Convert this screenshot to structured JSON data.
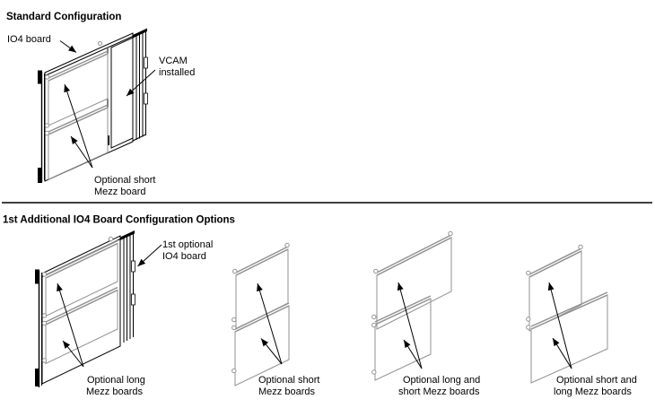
{
  "colors": {
    "line": "#000000",
    "mezz_gray": "#919191",
    "background": "#ffffff"
  },
  "standard_section": {
    "heading": "Standard Configuration",
    "io4_board_label": "IO4 board",
    "vcam_label_line1": "VCAM",
    "vcam_label_line2": "installed",
    "mezz_label_line1": "Optional short",
    "mezz_label_line2": "Mezz board"
  },
  "additional_section": {
    "heading": "1st Additional IO4 Board Configuration Options",
    "optional_io4_label_line1": "1st optional",
    "optional_io4_label_line2": "IO4 board",
    "figures": [
      {
        "label_line1": "Optional long",
        "label_line2": "Mezz boards"
      },
      {
        "label_line1": "Optional short",
        "label_line2": "Mezz boards"
      },
      {
        "label_line1": "Optional long and",
        "label_line2": "short Mezz boards"
      },
      {
        "label_line1": "Optional short and",
        "label_line2": "long Mezz boards"
      }
    ]
  }
}
